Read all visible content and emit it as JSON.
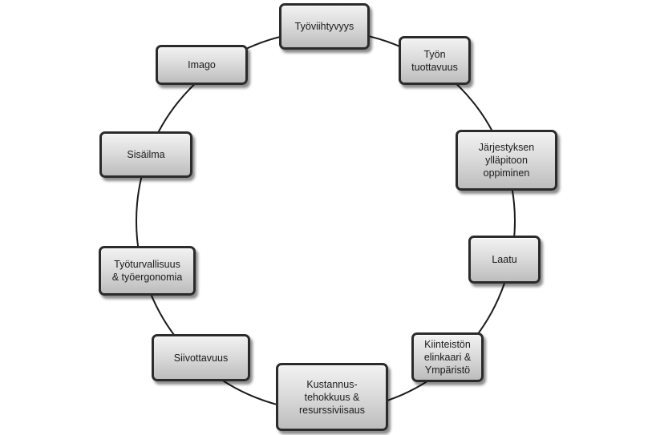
{
  "diagram": {
    "nodes": [
      {
        "label": "Työviihtyvyys"
      },
      {
        "label": "Työn\ntuottavuus"
      },
      {
        "label": "Järjestyksen\nylläpitoon\noppiminen"
      },
      {
        "label": "Laatu"
      },
      {
        "label": "Kiinteistön\nelinkaari &\nYmpäristö"
      },
      {
        "label": "Kustannus-\ntehokkuus &\nresurssiviisaus"
      },
      {
        "label": "Siivottavuus"
      },
      {
        "label": "Työturvallisuus\n& työergonomia"
      },
      {
        "label": "Sisäilma"
      },
      {
        "label": "Imago"
      }
    ]
  }
}
